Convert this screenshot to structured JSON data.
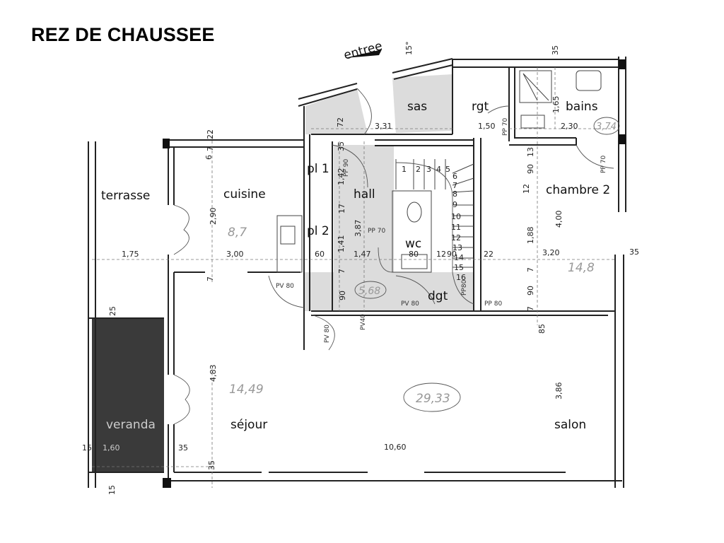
{
  "title": "REZ DE CHAUSSEE",
  "rooms": {
    "entree": "entree",
    "sas": "sas",
    "rgt": "rgt",
    "bains": "bains",
    "terrasse": "terrasse",
    "cuisine": "cuisine",
    "pl1": "pl 1",
    "pl2": "pl 2",
    "hall": "hall",
    "wc": "wc",
    "dgt": "dgt",
    "chambre2": "chambre 2",
    "sejour": "séjour",
    "salon": "salon",
    "veranda": "veranda"
  },
  "areas": {
    "cuisine": "8,7",
    "bains": "3,74",
    "hall": "5,68",
    "chambre2": "14,8",
    "sejour": "14,49",
    "total": "29,33"
  },
  "dimensions": {
    "angle": "15°",
    "top_35": "35",
    "sas_72": "72",
    "sas_331": "3,31",
    "rgt_150": "1,50",
    "bains_165": "1,65",
    "bains_230": "2,30",
    "c_22": "22",
    "c_7": "7",
    "c_6": "6",
    "hall_35": "35",
    "hall_142": "1,42",
    "cuisine_290": "2,90",
    "hall_17": "17",
    "hall_387": "3,87",
    "hall_141": "1,41",
    "terr_175": "1,75",
    "cuis_300": "3,00",
    "pl_60": "60",
    "hall_147": "1,47",
    "wc_80": "80",
    "wc_12": "12",
    "wc_90": "90",
    "st_22": "22",
    "k_7": "7",
    "hall_7": "7",
    "hall_90": "90",
    "ch_13": "13",
    "ch_90": "90",
    "ch_12": "12",
    "ch_400": "4,00",
    "ch_188": "1,88",
    "ch_320": "3,20",
    "ch_7": "7",
    "ch_90b": "90",
    "ch_7b": "7",
    "r_35": "35",
    "sal_85": "85",
    "sal_386": "3,86",
    "v_25": "25",
    "sej_483": "4,83",
    "v_15": "15",
    "v_160": "1,60",
    "v_35": "35",
    "b_35": "35",
    "sej_1060": "10,60",
    "v_15b": "15"
  },
  "doors": {
    "pp90": "PP 90",
    "pp70_hall": "PP 70",
    "pp70_rgt": "PP 70",
    "pp70_ch": "PP 70",
    "pv80_cuis": "PV 80",
    "pv80_sej": "PV 80",
    "pv40": "PV40",
    "pv80_dgt": "PV 80",
    "pp80_st": "PP80",
    "pp80_ch": "PP 80"
  },
  "stairs": [
    "1",
    "2",
    "3",
    "4",
    "5",
    "6",
    "7",
    "8",
    "9",
    "10",
    "11",
    "12",
    "13",
    "14",
    "15",
    "16"
  ]
}
